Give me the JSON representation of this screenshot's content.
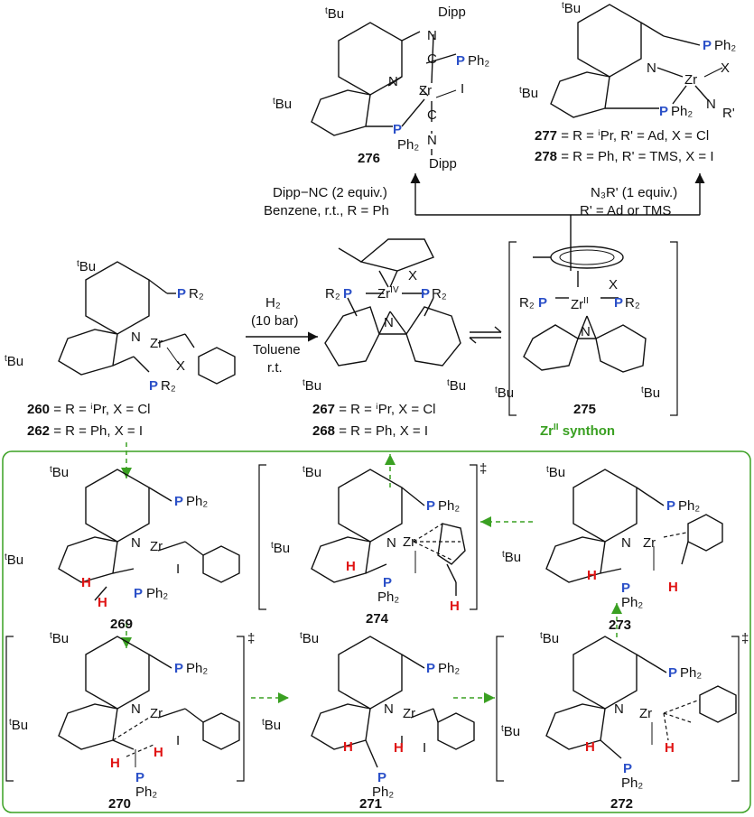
{
  "colors": {
    "phosphorus": "#2b50c8",
    "hydrogen": "#e01414",
    "green": "#3aa022",
    "gray_bond": "#8a8a8a"
  },
  "ts": {
    "dagger": "‡"
  },
  "conditions": {
    "dipp_line1": "Dipp−NC (2 equiv.)",
    "dipp_line2": "Benzene, r.t., R = Ph",
    "azide_line1": "N₃R' (1 equiv.)",
    "azide_line2": "R' = Ad or TMS",
    "h2": "H₂",
    "pressure": "(10 bar)",
    "solvent": "Toluene",
    "temp": "r.t."
  },
  "s276": {
    "number": "276",
    "tbu": "Bu",
    "dipp": "Dipp",
    "n": "N",
    "c": "C",
    "p": "P",
    "ph2": "Ph₂",
    "zr": "Zr",
    "x": "I"
  },
  "s277": {
    "number": "277",
    "desc": " = R = ⁱPr, R' = Ad, X = Cl",
    "tbu": "Bu",
    "p": "P",
    "ph2": "Ph₂",
    "n": "N",
    "zr": "Zr",
    "x": "X",
    "rprime": "R'"
  },
  "s278": {
    "number": "278",
    "desc": " = R = Ph, R' = TMS, X = I"
  },
  "s260": {
    "number": "260",
    "desc": " = R = ⁱPr, X = Cl",
    "tbu": "Bu",
    "p": "P",
    "r2": "R₂",
    "n": "N",
    "zr": "Zr",
    "x": "X"
  },
  "s262": {
    "number": "262",
    "desc": " = R = Ph, X = I"
  },
  "s267": {
    "number": "267",
    "desc": " = R = ⁱPr, X = Cl",
    "tbu": "Bu",
    "p": "P",
    "r2": "R₂",
    "n": "N",
    "zr": "Zr",
    "ox": "IV",
    "x": "X"
  },
  "s268": {
    "number": "268",
    "desc": " = R = Ph, X = I"
  },
  "s275": {
    "number": "275",
    "tbu": "Bu",
    "p": "P",
    "r2": "R₂",
    "n": "N",
    "zr": "Zr",
    "ox": "II",
    "x": "X",
    "synthon_a": "Zr",
    "synthon_ox": "II",
    "synthon_b": " synthon"
  },
  "s269": {
    "number": "269",
    "tbu": "Bu",
    "p": "P",
    "ph2": "Ph₂",
    "n": "N",
    "zr": "Zr",
    "x": "I",
    "h": "H"
  },
  "s274": {
    "number": "274",
    "tbu": "Bu",
    "p": "P",
    "ph2": "Ph₂",
    "n": "N",
    "zr": "Zr",
    "h": "H"
  },
  "s273": {
    "number": "273",
    "tbu": "Bu",
    "p": "P",
    "ph2": "Ph₂",
    "n": "N",
    "zr": "Zr",
    "h": "H"
  },
  "s270": {
    "number": "270",
    "tbu": "Bu",
    "p": "P",
    "ph2": "Ph₂",
    "n": "N",
    "zr": "Zr",
    "x": "I",
    "h": "H"
  },
  "s271": {
    "number": "271",
    "tbu": "Bu",
    "p": "P",
    "ph2": "Ph₂",
    "n": "N",
    "zr": "Zr",
    "x": "I",
    "h": "H"
  },
  "s272": {
    "number": "272",
    "tbu": "Bu",
    "p": "P",
    "ph2": "Ph₂",
    "n": "N",
    "zr": "Zr",
    "h": "H"
  }
}
